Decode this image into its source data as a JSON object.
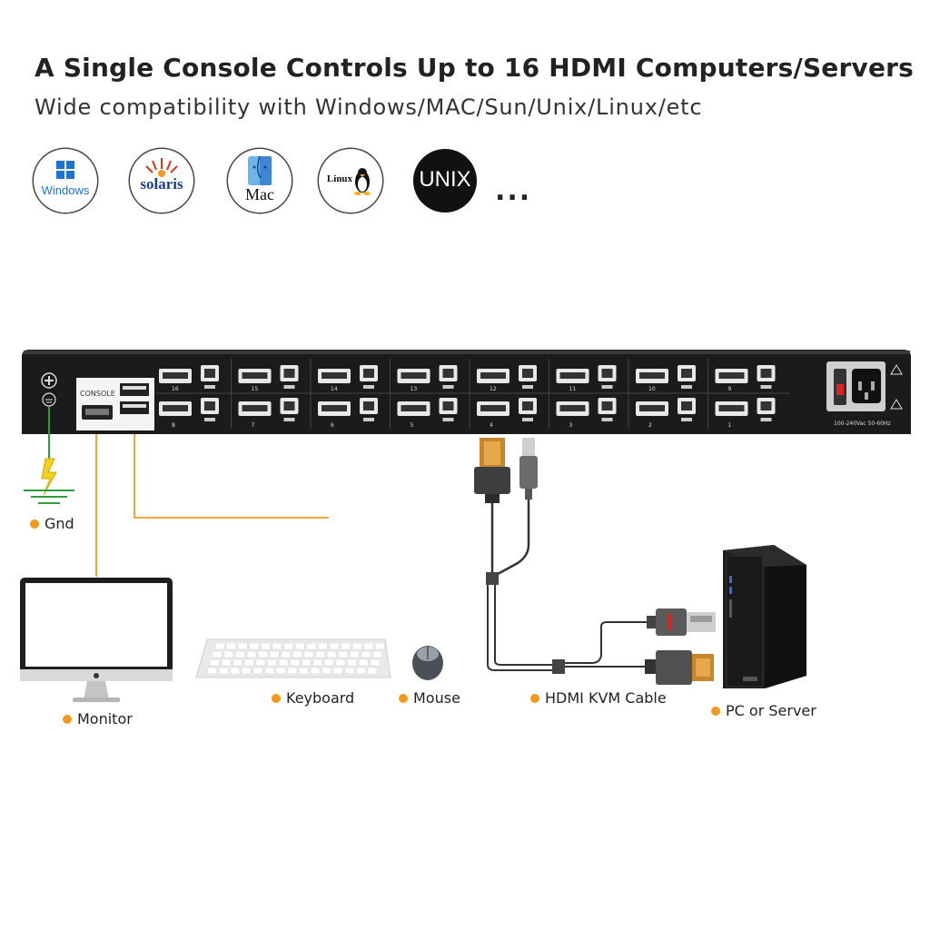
{
  "header": {
    "title": "A Single Console Controls Up to 16 HDMI Computers/Servers",
    "subtitle": "Wide compatibility with Windows/MAC/Sun/Unix/Linux/etc"
  },
  "os_logos": [
    {
      "name": "windows-logo",
      "text": "Windows"
    },
    {
      "name": "solaris-logo",
      "text": "solaris"
    },
    {
      "name": "mac-logo",
      "text": "Mac"
    },
    {
      "name": "linux-logo",
      "text": "Linux"
    },
    {
      "name": "unix-logo",
      "text": "UNIX"
    }
  ],
  "ellipsis": "...",
  "kvm": {
    "console_label": "CONSOLE",
    "power_spec": "100-240Vac 50-60Hz",
    "top_ports": [
      "16",
      "15",
      "14",
      "13",
      "12",
      "11",
      "10",
      "9"
    ],
    "bottom_ports": [
      "8",
      "7",
      "6",
      "5",
      "4",
      "3",
      "2",
      "1"
    ]
  },
  "labels": {
    "gnd": "Gnd",
    "monitor": "Monitor",
    "keyboard": "Keyboard",
    "mouse": "Mouse",
    "cable": "HDMI KVM Cable",
    "pc": "PC or Server"
  },
  "colors": {
    "accent": "#f39a1c",
    "kvm_body": "#1b1b1b",
    "ground": "#2e9e3a"
  }
}
